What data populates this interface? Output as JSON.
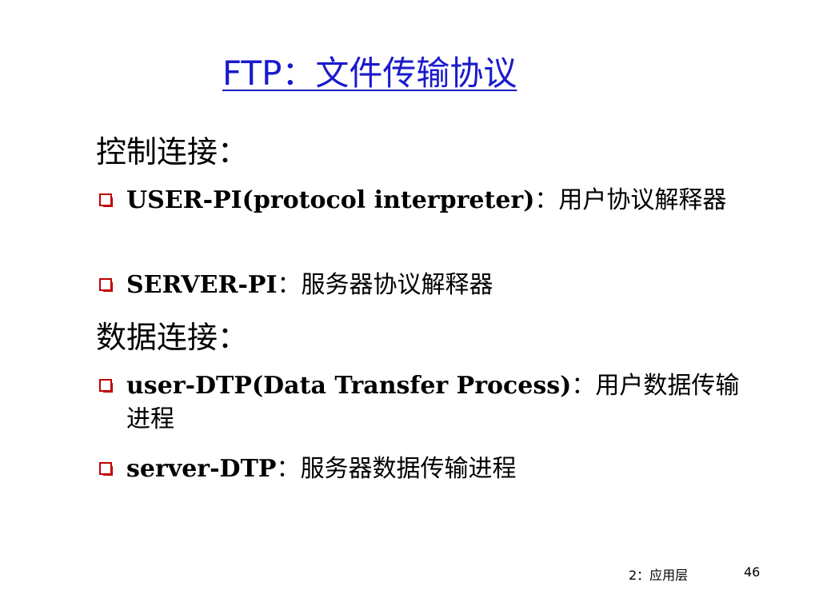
{
  "slide": {
    "title": "FTP：文件传输协议",
    "sections": [
      {
        "heading": "控制连接：",
        "bullets": [
          {
            "term": "USER-PI(protocol interpreter)",
            "desc": "：用户协议解释器"
          },
          {
            "term": "SERVER-PI",
            "desc": "：服务器协议解释器"
          }
        ]
      },
      {
        "heading": "数据连接：",
        "bullets": [
          {
            "term": "user-DTP(Data Transfer Process)",
            "desc": "：用户数据传输进程"
          },
          {
            "term": "server-DTP",
            "desc": "：服务器数据传输进程"
          }
        ]
      }
    ]
  },
  "footer": {
    "chapter": "2：应用层",
    "page": "46"
  },
  "colors": {
    "title": "#1a1acc",
    "bullet": "#c00000"
  }
}
